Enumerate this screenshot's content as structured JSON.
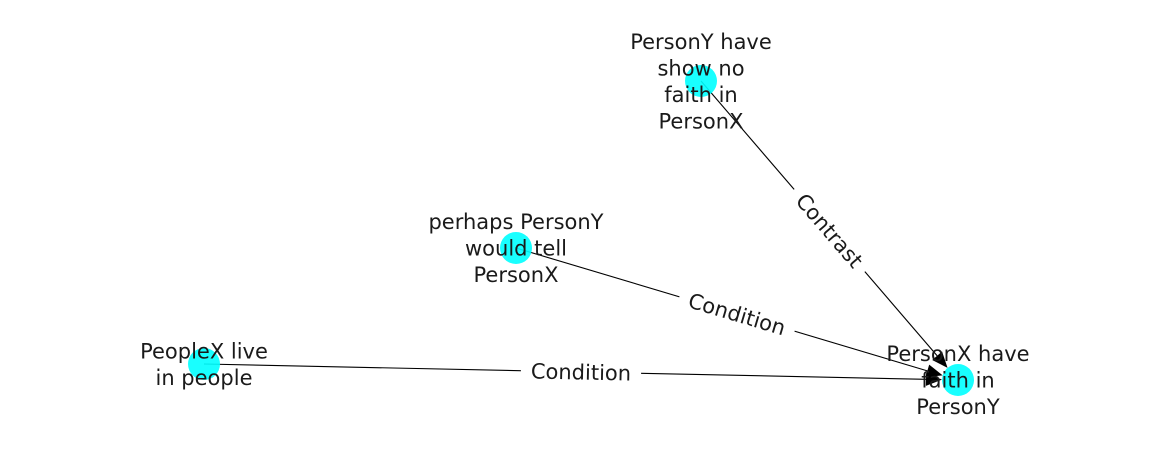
{
  "graph": {
    "node_color": "#00ffff",
    "edge_color": "#000000",
    "nodes": [
      {
        "id": "n1",
        "label_lines": [
          "PersonY have",
          "show no",
          "faith in",
          "PersonX"
        ]
      },
      {
        "id": "n2",
        "label_lines": [
          "perhaps PersonY",
          "would tell",
          "PersonX"
        ]
      },
      {
        "id": "n3",
        "label_lines": [
          "PeopleX live",
          "in people"
        ]
      },
      {
        "id": "n4",
        "label_lines": [
          "PersonX have",
          "faith in",
          "PersonY"
        ]
      }
    ],
    "edges": [
      {
        "source": "n1",
        "target": "n4",
        "label": "Contrast"
      },
      {
        "source": "n2",
        "target": "n4",
        "label": "Condition"
      },
      {
        "source": "n3",
        "target": "n4",
        "label": "Condition"
      }
    ]
  }
}
